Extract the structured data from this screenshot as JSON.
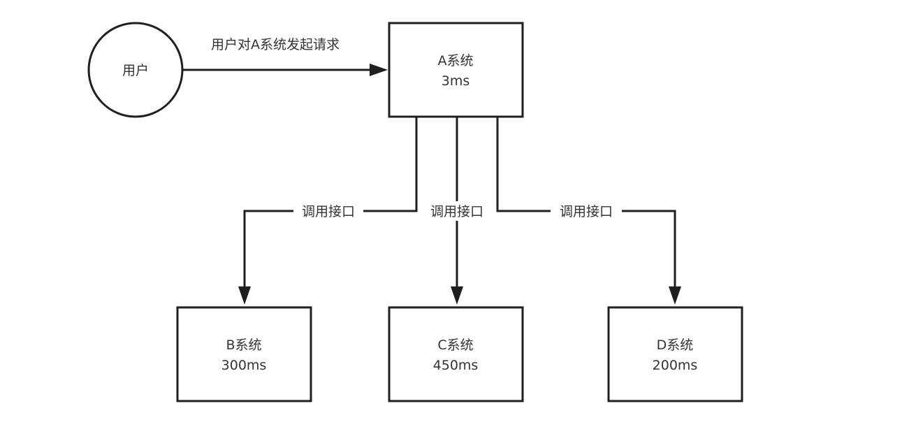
{
  "nodes": {
    "user": {
      "label": "用户"
    },
    "a": {
      "name": "A系统",
      "time": "3ms"
    },
    "b": {
      "name": "B系统",
      "time": "300ms"
    },
    "c": {
      "name": "C系统",
      "time": "450ms"
    },
    "d": {
      "name": "D系统",
      "time": "200ms"
    }
  },
  "edges": {
    "user_to_a": {
      "label": "用户对A系统发起请求"
    },
    "a_to_b": {
      "label": "调用接口"
    },
    "a_to_c": {
      "label": "调用接口"
    },
    "a_to_d": {
      "label": "调用接口"
    }
  }
}
